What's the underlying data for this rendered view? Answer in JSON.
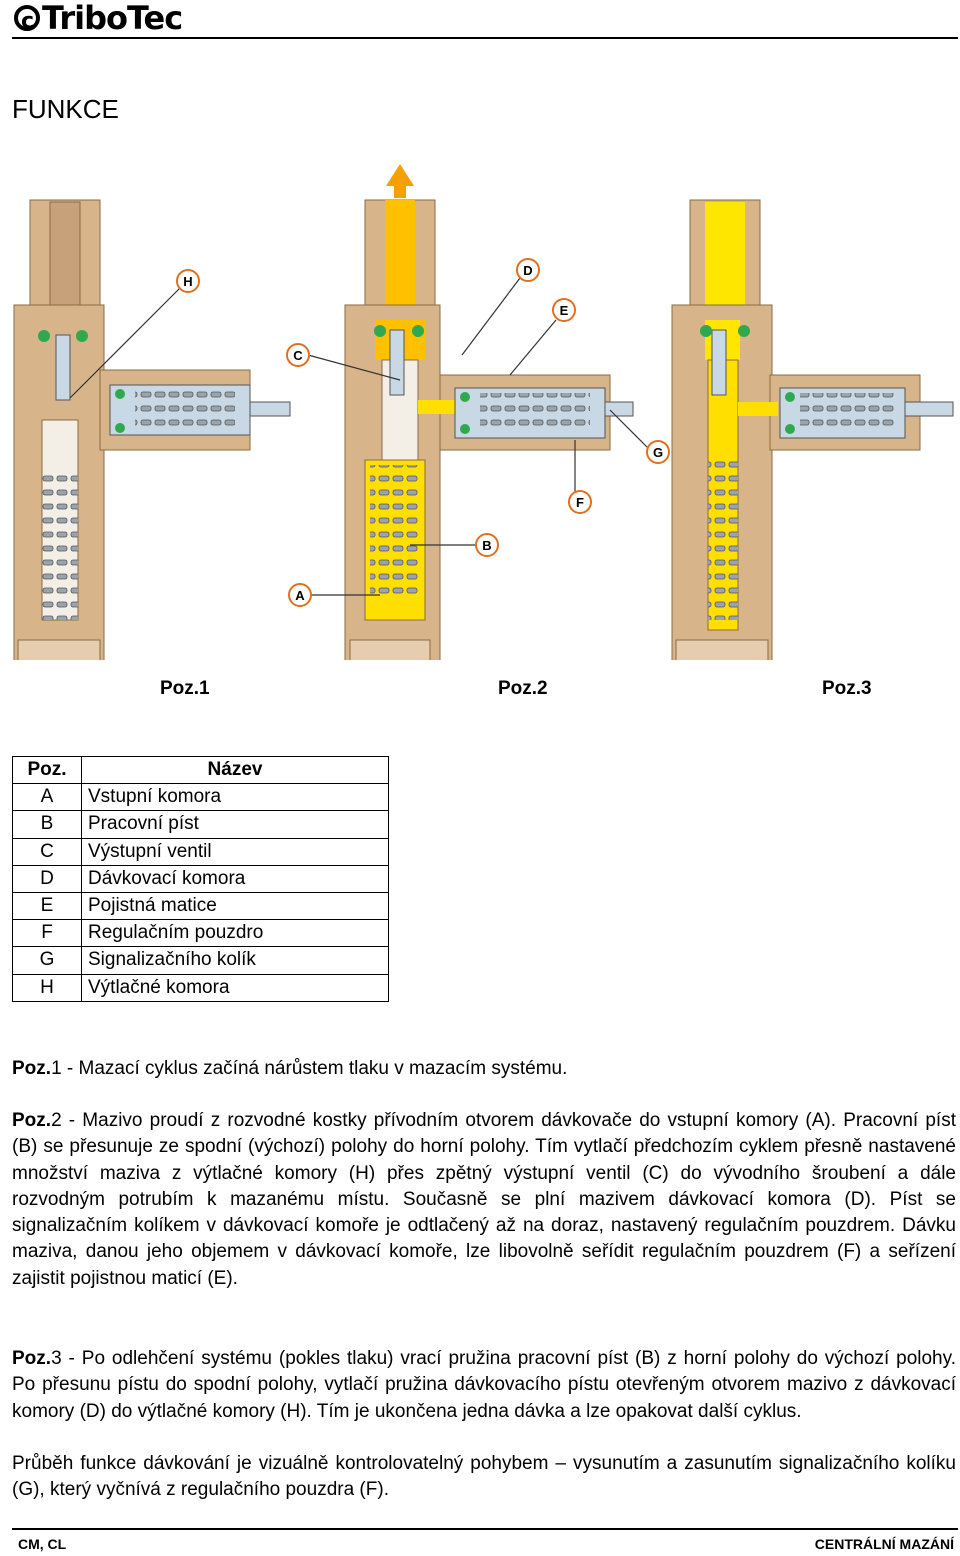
{
  "header": {
    "logo": "TriboTec",
    "logo_symbol": "c"
  },
  "title": "FUNKCE",
  "figure": {
    "callouts": [
      "A",
      "B",
      "C",
      "D",
      "E",
      "F",
      "G",
      "H"
    ],
    "positions": [
      "Poz.1",
      "Poz.2",
      "Poz.3"
    ],
    "colors": {
      "brass": "#d8b48a",
      "brass_dark": "#a07a50",
      "lube": "#ffdf00",
      "steel": "#c8d8e4",
      "seal": "#2fa84f"
    }
  },
  "table": {
    "headers": [
      "Poz.",
      "Název"
    ],
    "rows": [
      [
        "A",
        "Vstupní komora"
      ],
      [
        "B",
        "Pracovní píst"
      ],
      [
        "C",
        "Výstupní ventil"
      ],
      [
        "D",
        "Dávkovací komora"
      ],
      [
        "E",
        "Pojistná matice"
      ],
      [
        "F",
        "Regulačním pouzdro"
      ],
      [
        "G",
        "Signalizačního kolík"
      ],
      [
        "H",
        "Výtlačné komora"
      ]
    ]
  },
  "paragraphs": {
    "p1_label": "Poz.",
    "p1_text": "1 - Mazací cyklus začíná nárůstem tlaku v mazacím systému.",
    "p2_label": "Poz.",
    "p2_text": "2 - Mazivo proudí z rozvodné kostky přívodním otvorem dávkovače do vstupní komory (A). Pracovní píst (B) se přesunuje ze spodní (výchozí) polohy do horní polohy. Tím vytlačí předchozím cyklem přesně nastavené množství maziva z výtlačné komory (H) přes zpětný výstupní ventil (C) do vývodního šroubení a dále rozvodným potrubím k mazanému místu. Současně se plní mazivem dávkovací komora (D). Píst se signalizačním kolíkem v dávkovací komoře je odtlačený až na doraz, nastavený regulačním pouzdrem. Dávku maziva, danou jeho objemem v dávkovací komoře, lze libovolně seřídit regulačním pouzdrem (F) a seřízení zajistit pojistnou maticí (E).",
    "p3_label": "Poz.",
    "p3_text": "3 - Po odlehčení systému (pokles tlaku) vrací pružina pracovní píst (B) z horní polohy do výchozí polohy. Po přesunu pístu do spodní polohy, vytlačí pružina dávkovacího pístu otevřeným otvorem mazivo z dávkovací komory (D) do výtlačné komory (H). Tím je ukončena jedna dávka a lze opakovat další cyklus.",
    "p4_text": "Průběh funkce dávkování je vizuálně kontrolovatelný pohybem – vysunutím a zasunutím signalizačního kolíku (G), který vyčnívá z regulačního pouzdra (F)."
  },
  "footer": {
    "left": "CM, CL",
    "right": "CENTRÁLNÍ MAZÁNÍ"
  }
}
